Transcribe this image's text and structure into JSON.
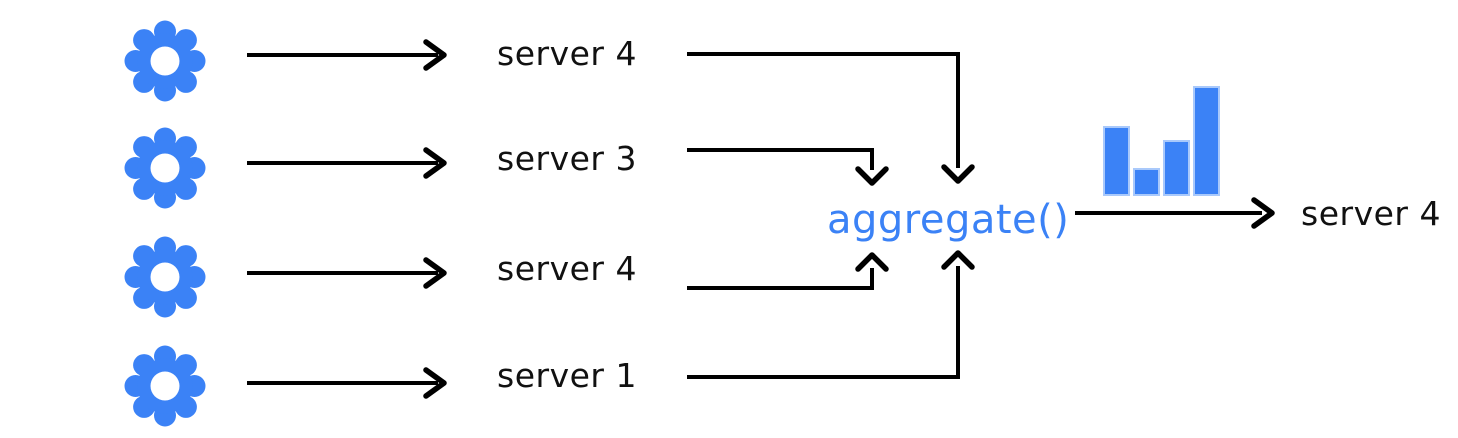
{
  "colors": {
    "accent": "#3b82f6",
    "line": "#000000",
    "background": "#ffffff",
    "bar_border": "#a9c9fb"
  },
  "pipeline": {
    "sources": [
      {
        "icon": "gear-icon",
        "label": "server 4"
      },
      {
        "icon": "gear-icon",
        "label": "server 3"
      },
      {
        "icon": "gear-icon",
        "label": "server 4"
      },
      {
        "icon": "gear-icon",
        "label": "server 1"
      }
    ],
    "aggregator_label": "aggregate()",
    "output_label": "server 4"
  },
  "chart_data": {
    "type": "bar",
    "values": [
      69,
      28,
      55,
      109
    ],
    "title": "",
    "xlabel": "",
    "ylabel": ""
  }
}
